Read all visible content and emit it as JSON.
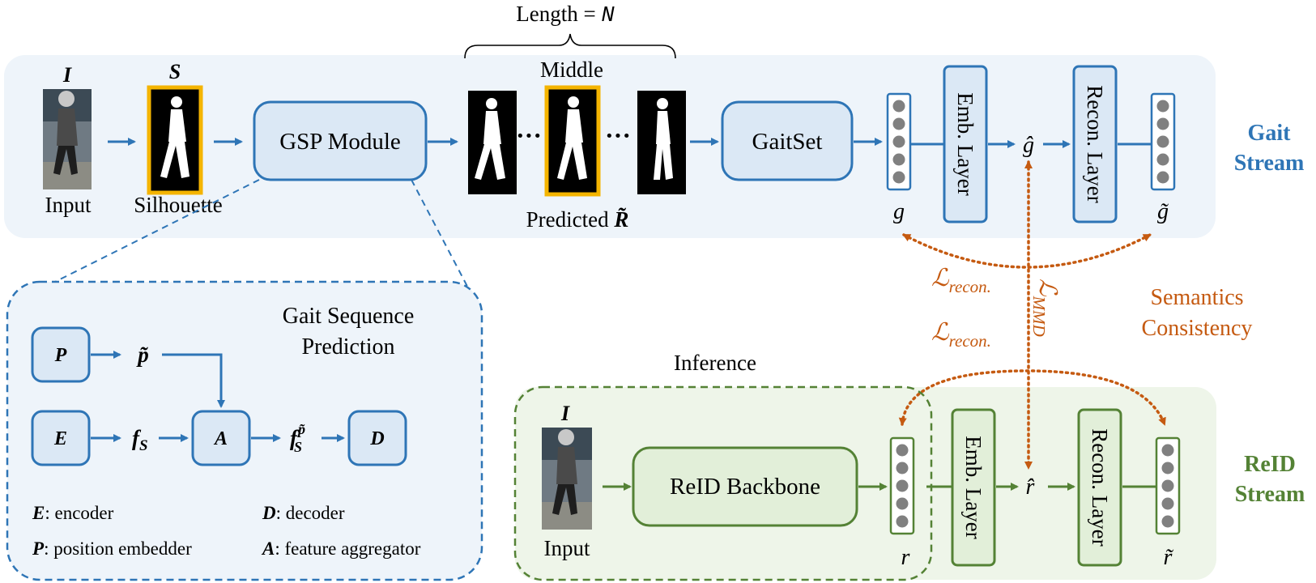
{
  "header": {
    "length_label": "Length = ",
    "length_var": "N",
    "middle_label": "Middle"
  },
  "gait_stream": {
    "stream_label_line1": "Gait",
    "stream_label_line2": "Stream",
    "input_var": "I",
    "input_label": "Input",
    "silhouette_var": "S",
    "silhouette_label": "Silhouette",
    "gsp_module_label": "GSP Module",
    "predicted_label": "Predicted ",
    "predicted_var": "R̃",
    "gaitset_label": "GaitSet",
    "feature_var": "g",
    "emb_layer_label": "Emb. Layer",
    "emb_var": "ĝ",
    "recon_layer_label": "Recon. Layer",
    "recon_var": "g̃"
  },
  "gsp_detail": {
    "title_line1": "Gait Sequence",
    "title_line2": "Prediction",
    "p_box": "P",
    "p_tilde": "p̃",
    "e_box": "E",
    "f_s": "f",
    "f_s_sub": "S",
    "a_box": "A",
    "f_sp": "f",
    "f_sp_sub": "S",
    "f_sp_sup": "p̃",
    "d_box": "D",
    "legend": [
      {
        "key": "E",
        "text": ": encoder"
      },
      {
        "key": "D",
        "text": ": decoder"
      },
      {
        "key": "P",
        "text": ": position embedder"
      },
      {
        "key": "A",
        "text": ": feature aggregator"
      }
    ]
  },
  "losses": {
    "recon_top_main": "ℒ",
    "recon_top_sub": "recon.",
    "recon_mid_main": "ℒ",
    "recon_mid_sub": "recon.",
    "mmd_main": "ℒ",
    "mmd_sub": "MMD",
    "semantics_line1": "Semantics",
    "semantics_line2": "Consistency"
  },
  "reid_stream": {
    "stream_label_line1": "ReID",
    "stream_label_line2": "Stream",
    "inference_label": "Inference",
    "input_var": "I",
    "input_label": "Input",
    "backbone_label": "ReID Backbone",
    "feature_var": "r",
    "emb_layer_label": "Emb. Layer",
    "emb_var": "r̂",
    "recon_layer_label": "Recon. Layer",
    "recon_var": "r̃"
  },
  "colors": {
    "blue": "#2e75b6",
    "blue_fill": "#dbe8f5",
    "blue_panel": "#eef4fa",
    "green": "#548235",
    "green_fill": "#e2efd9",
    "green_panel": "#eef5e9",
    "orange": "#c55a11",
    "highlight": "#f4b400"
  }
}
